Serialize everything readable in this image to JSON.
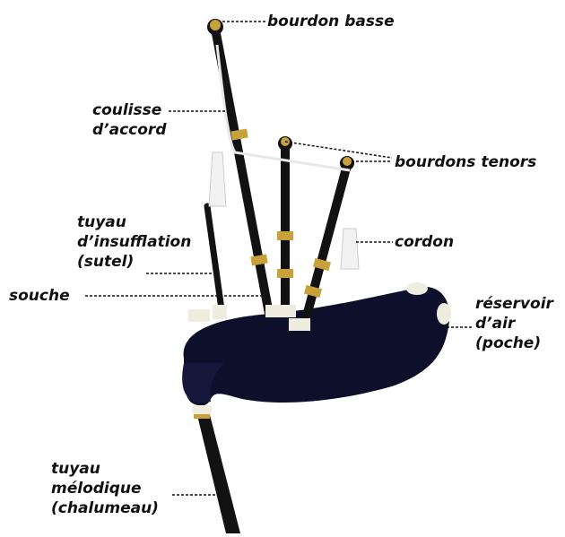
{
  "labels": {
    "bourdon_basse": "bourdon basse",
    "bourdons_tenors": "bourdons tenors",
    "coulisse": [
      "coulisse",
      "d’accord"
    ],
    "cordon": "cordon",
    "tuyau_insufflation": [
      "tuyau",
      "d’insufflation",
      "(sutel)"
    ],
    "souche": "souche",
    "reservoir": [
      "réservoir",
      "d’air",
      "(poche)"
    ],
    "tuyau_melodique": [
      "tuyau",
      "mélodique",
      "(chalumeau)"
    ]
  },
  "colors": {
    "bag": "#0d0f2b",
    "pipe": "#121212",
    "ivory": "#efece0",
    "brass": "#c9a13a",
    "leader_line": "#111111"
  }
}
